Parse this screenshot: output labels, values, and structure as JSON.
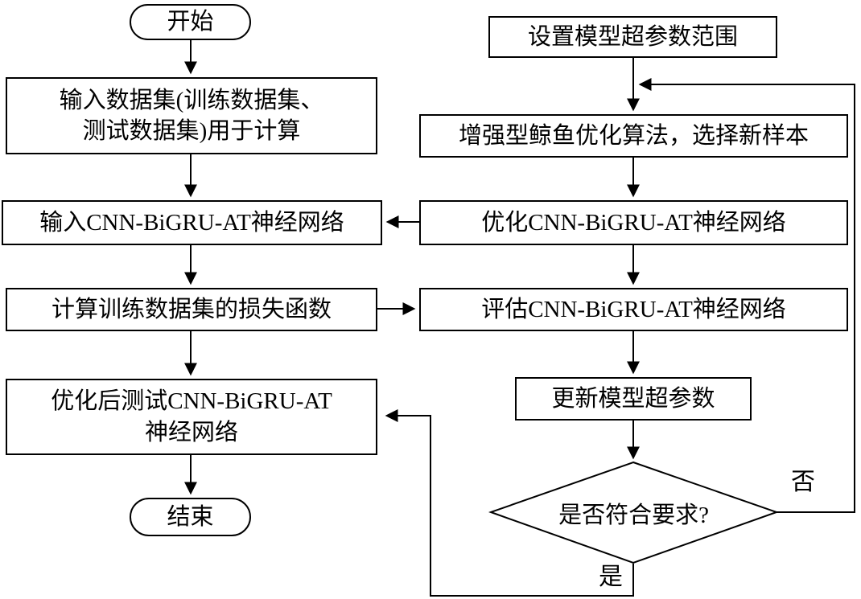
{
  "nodes": {
    "start": "开始",
    "input_dataset": {
      "line1": "输入数据集(训练数据集、",
      "line2": "测试数据集)用于计算"
    },
    "input_cnn": "输入CNN-BiGRU-AT神经网络",
    "compute_loss": "计算训练数据集的损失函数",
    "test_optimized": {
      "line1": "优化后测试CNN-BiGRU-AT",
      "line2": "神经网络"
    },
    "end": "结束",
    "set_range": "设置模型超参数范围",
    "ewoa": "增强型鲸鱼优化算法，选择新样本",
    "optimize_cnn": "优化CNN-BiGRU-AT神经网络",
    "evaluate_cnn": "评估CNN-BiGRU-AT神经网络",
    "update_params": "更新模型超参数",
    "decision": "是否符合要求?"
  },
  "labels": {
    "no": "否",
    "yes": "是"
  },
  "colors": {
    "stroke": "#000000",
    "background": "#ffffff"
  }
}
